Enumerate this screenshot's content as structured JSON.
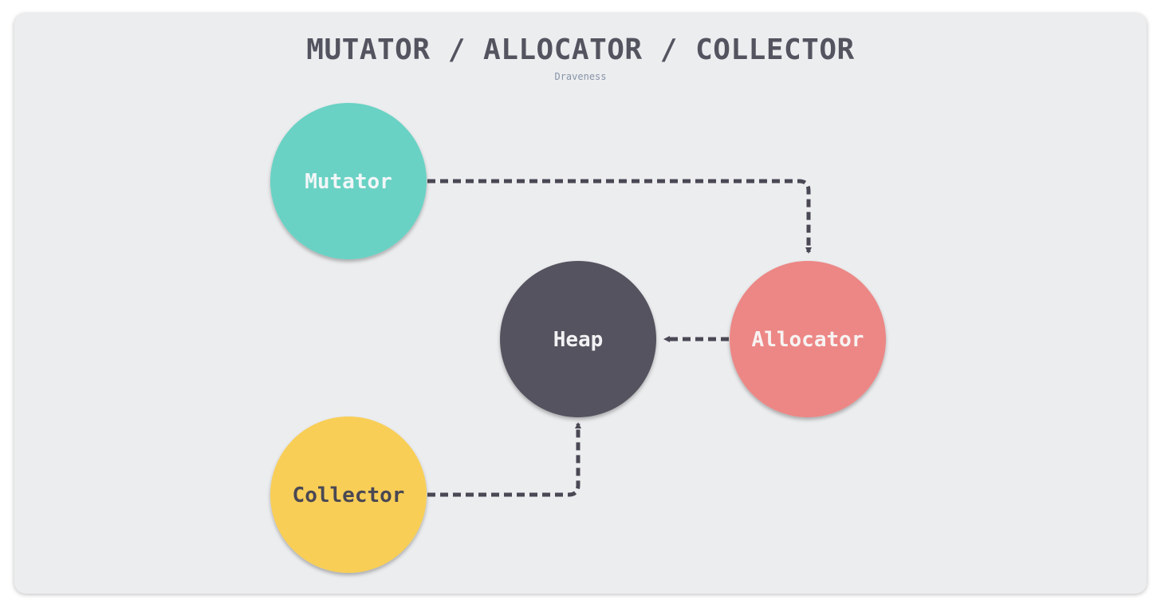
{
  "title": "MUTATOR / ALLOCATOR / COLLECTOR",
  "subtitle": "Draveness",
  "nodes": {
    "mutator": {
      "label": "Mutator",
      "fill": "#69D2C4",
      "text_color": "#F2F6F8"
    },
    "heap": {
      "label": "Heap",
      "fill": "#55525F",
      "text_color": "#F2F2F4"
    },
    "allocator": {
      "label": "Allocator",
      "fill": "#EC8785",
      "text_color": "#F8F2F2"
    },
    "collector": {
      "label": "Collector",
      "fill": "#F8CE56",
      "text_color": "#4A4854"
    }
  },
  "edges": [
    {
      "from": "Mutator",
      "to": "Allocator",
      "style": "dashed",
      "color": "#4A4854"
    },
    {
      "from": "Allocator",
      "to": "Heap",
      "style": "dashed",
      "color": "#4A4854"
    },
    {
      "from": "Collector",
      "to": "Heap",
      "style": "dashed",
      "color": "#4A4854"
    }
  ],
  "colors": {
    "background": "#ECEDEF",
    "title": "#545460",
    "subtitle": "#8794A8"
  }
}
